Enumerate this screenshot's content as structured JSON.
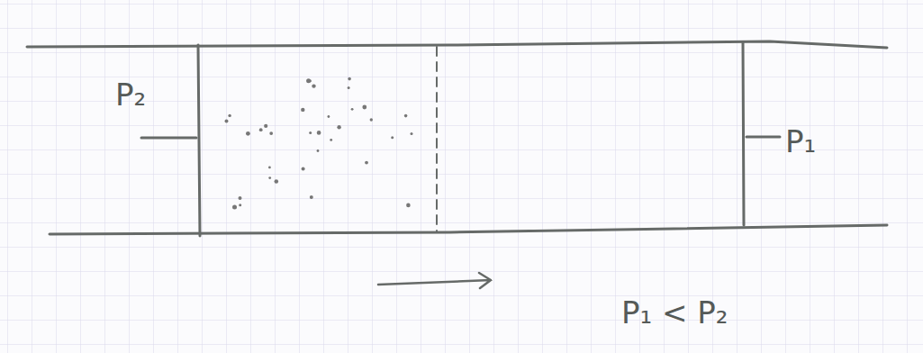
{
  "diagram": {
    "labels": [
      "P₂",
      "P₁",
      "P₁ < P₂"
    ]
  }
}
